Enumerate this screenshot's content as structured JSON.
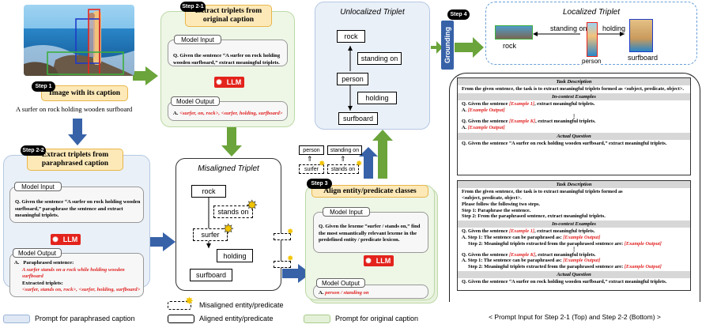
{
  "image_caption": {
    "step": "Step 1",
    "title": "Image with its caption",
    "caption": "A surfer on rock holding wooden surfboard"
  },
  "step21": {
    "step": "Step 2-1",
    "title": "Extract triplets from original caption",
    "model_input": "Model Input",
    "question": "Q. Given the sentence “A surfer on rock holding wooden surfboard,” extract meaningful triplets.",
    "llm": "LLM",
    "model_output": "Model Output",
    "answer_prefix": "A.",
    "answer": "<surfer, on, rock>, <surfer, holding, surfboard>"
  },
  "step22": {
    "step": "Step 2-2",
    "title": "Extract triplets from paraphrased caption",
    "model_input": "Model Input",
    "question": "Q. Given the sentence “A surfer on rock holding wooden surfboard,” paraphrase the sentence and extract meaningful triplets.",
    "llm": "LLM",
    "model_output": "Model Output",
    "answer_prefix": "A.",
    "para_label": "Paraphrased sentence:",
    "para_value": "A surfer stands on a rock while holding wooden surfboard",
    "trip_label": "Extracted triplets:",
    "trip_value": "<surfer, stands on, rock>, <surfer, holding, surfboard>"
  },
  "misaligned": {
    "title": "Misaligned Triplet",
    "rock": "rock",
    "stands_on": "stands on",
    "surfer": "surfer",
    "holding": "holding",
    "surfboard": "surfboard"
  },
  "step3": {
    "step": "Step 3",
    "title": "Align entity/predicate classes",
    "model_input": "Model Input",
    "question": "Q. Given the lexeme “surfer / stands on,” find the most semantically relevant lexeme in the predefined entity / predicate lexicon.",
    "llm": "LLM",
    "model_output": "Model Output",
    "answer_prefix": "A.",
    "answer": "person / standing on"
  },
  "align_mini": {
    "person": "person",
    "standing_on": "standing on",
    "surfer": "surfer",
    "stands_on": "stands on"
  },
  "unlocalized": {
    "title": "Unlocalized Triplet",
    "rock": "rock",
    "standing_on": "standing on",
    "person": "person",
    "holding": "holding",
    "surfboard": "surfboard"
  },
  "step4": {
    "step": "Step 4",
    "grounding": "Grounding"
  },
  "localized": {
    "title": "Localized Triplet",
    "standing_on": "standing on",
    "holding": "holding",
    "rock": "rock",
    "person": "person",
    "surfboard": "surfboard"
  },
  "prompt_top": {
    "task_desc_hdr": "Task Description",
    "task_desc": "From the given sentence, the task is to extract meaningful triplets formed as <subject, predicate, object>.",
    "incontext_hdr": "In-context Examples",
    "ex1_q_pre": "Q. Given the sentence ",
    "ex1_ref": "[Example 1]",
    "ex1_q_post": ", extract meaningful triplets.",
    "ex_a_pre": "A. ",
    "ex_out": "[Example Output]",
    "dots": "⋮",
    "exk_ref": "[Example K]",
    "actual_hdr": "Actual Question",
    "actual_q": "Q. Given the sentence “A surfer on rock holding wooden surfboard,” extract meaningful triplets."
  },
  "prompt_bottom": {
    "task_desc_hdr": "Task Description",
    "task_desc_1": "From the given sentence, the task is to extract meaningful triplets formed as",
    "task_desc_2": "<subject, predicate, object>.",
    "task_desc_3": "Please follow the following two steps.",
    "task_desc_4": "Step 1: Paraphrase the sentence.",
    "task_desc_5": "Step 2: From the paraphrased sentence, extract meaningful triplets.",
    "incontext_hdr": "In-context Examples",
    "ex1_q_pre": "Q. Given the sentence ",
    "ex1_ref": "[Example 1]",
    "ex_q_post": ", extract meaningful triplets.",
    "a_step1_pre": "A. Step 1: The sentence can be paraphrased as: ",
    "ex_out": "[Example Output]",
    "step2_pre": "Step 2: Meaningful triplets extracted from the paraphrased sentence are: ",
    "dots": "⋮",
    "exk_ref": "[Example K]",
    "actual_hdr": "Actual Question",
    "actual_q": "Q. Given the sentence “A surfer on rock holding wooden surfboard,” extract meaningful triplets."
  },
  "prompt_caption": "< Prompt Input for Step 2-1 (Top) and Step 2-2 (Bottom) >",
  "legend": {
    "paraphrased": "Prompt for paraphrased caption",
    "aligned": "Aligned entity/predicate",
    "original": "Prompt for original caption",
    "misaligned": "Misaligned entity/predicate"
  },
  "colors": {
    "arrow_blue": "#3762a8",
    "arrow_green": "#6aa43a",
    "red_text": "#e02020",
    "llm_red": "#e3231c"
  }
}
